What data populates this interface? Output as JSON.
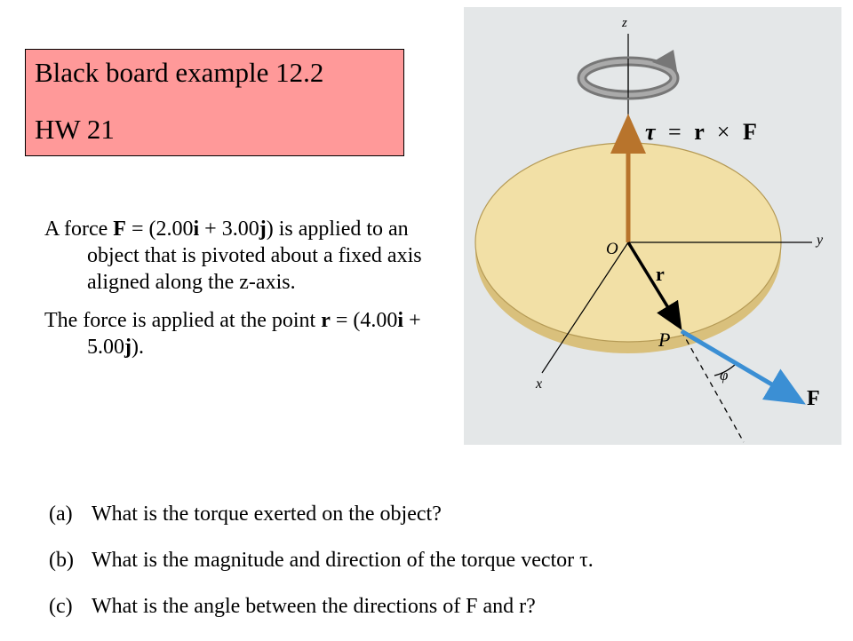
{
  "title_box": {
    "line1": "Black board example 12.2",
    "line2": "HW 21",
    "background": "#ff9999"
  },
  "problem": {
    "p1": [
      {
        "t": "A force ",
        "b": false
      },
      {
        "t": "F",
        "b": true
      },
      {
        "t": " = (2.00",
        "b": false
      },
      {
        "t": "i",
        "b": true
      },
      {
        "t": " + 3.00",
        "b": false
      },
      {
        "t": "j",
        "b": true
      },
      {
        "t": ") is applied to an object that is pivoted about a fixed axis aligned along the z-axis.",
        "b": false
      }
    ],
    "p2": [
      {
        "t": "The force is applied at the point ",
        "b": false
      },
      {
        "t": "r",
        "b": true
      },
      {
        "t": " =  (4.00",
        "b": false
      },
      {
        "t": "i",
        "b": true
      },
      {
        "t": " + 5.00",
        "b": false
      },
      {
        "t": "j",
        "b": true
      },
      {
        "t": ").",
        "b": false
      }
    ]
  },
  "questions": [
    {
      "label": "(a)",
      "text": "What is the torque exerted on the object?"
    },
    {
      "label": "(b)",
      "text": "What is the magnitude and direction of the torque vector τ."
    },
    {
      "label": "(c)",
      "text": "What is the angle between the directions of F and r?"
    }
  ],
  "figure": {
    "z_label": "z",
    "y_label": "y",
    "x_label": "x",
    "origin_label": "O",
    "r_label": "r",
    "p_label": "P",
    "f_label": "F",
    "phi_label": "φ",
    "torque_eq": {
      "tau": "τ",
      "eq": "=",
      "r": "r",
      "cross": "×",
      "f": "F"
    },
    "colors": {
      "background": "#e4e7e8",
      "disk_top": "#f2e0a6",
      "disk_edge": "#d9c07c",
      "torque_arrow": "#b8742c",
      "force_arrow": "#3b8fd4",
      "rotation_arrow": "#777777"
    }
  }
}
